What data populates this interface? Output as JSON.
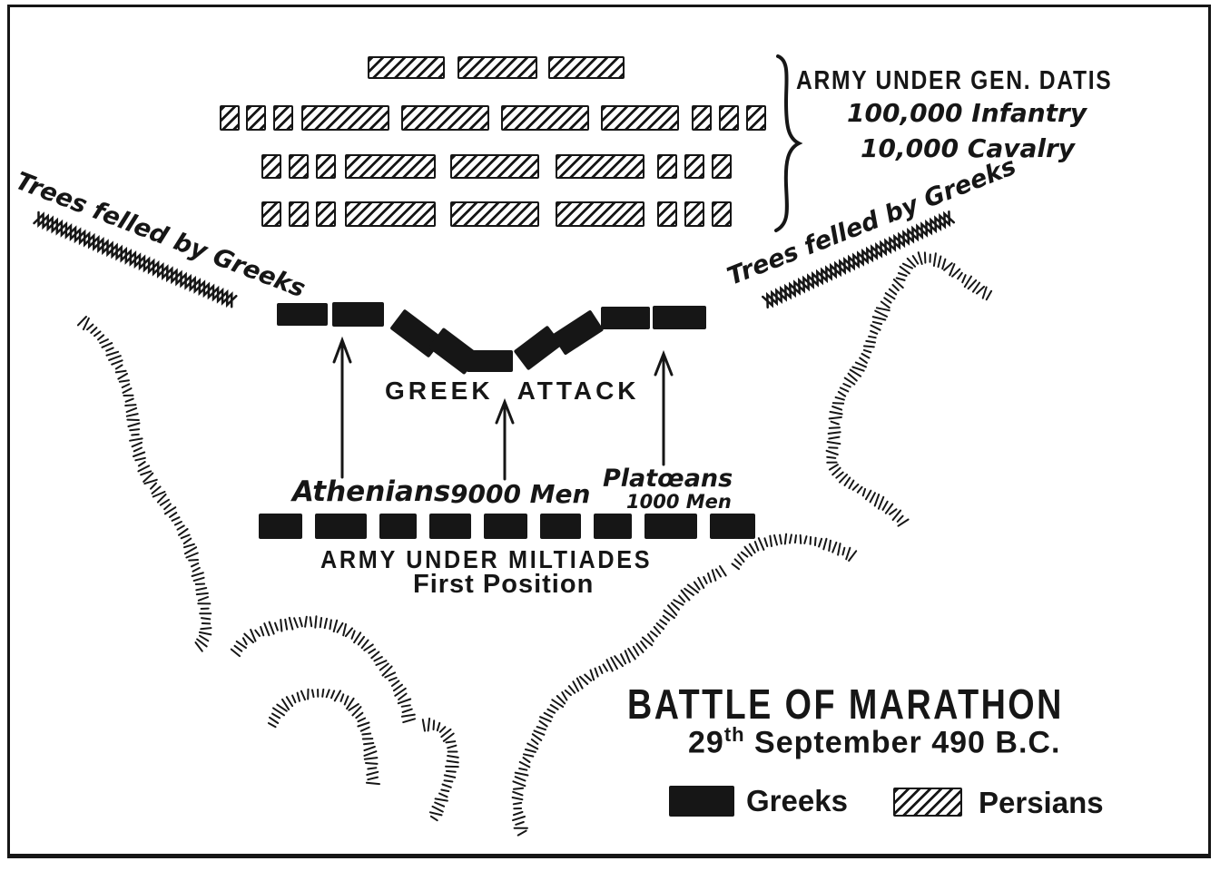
{
  "map": {
    "persian_army": {
      "commander_label": "ARMY UNDER GEN. DATIS",
      "infantry": "100,000 Infantry",
      "cavalry": "10,000 Cavalry"
    },
    "trees_left_label": "Trees felled by Greeks",
    "trees_right_label": "Trees felled by Greeks",
    "greek_attack": {
      "word1": "GREEK",
      "word2": "ATTACK"
    },
    "greek_army": {
      "athenians_label": "Athenians",
      "athenians_strength": "9000 Men",
      "plataeans_label": "Platœans",
      "plataeans_strength": "1000 Men",
      "commander_label": "ARMY UNDER MILTIADES",
      "position_label": "First Position"
    },
    "title": "BATTLE OF MARATHON",
    "date": {
      "day": "29",
      "ordinal": "th",
      "rest": " September 490 B.C."
    },
    "legend": {
      "greeks": "Greeks",
      "persians": "Persians"
    },
    "colors": {
      "ink": "#161616",
      "paper": "#ffffff"
    }
  }
}
